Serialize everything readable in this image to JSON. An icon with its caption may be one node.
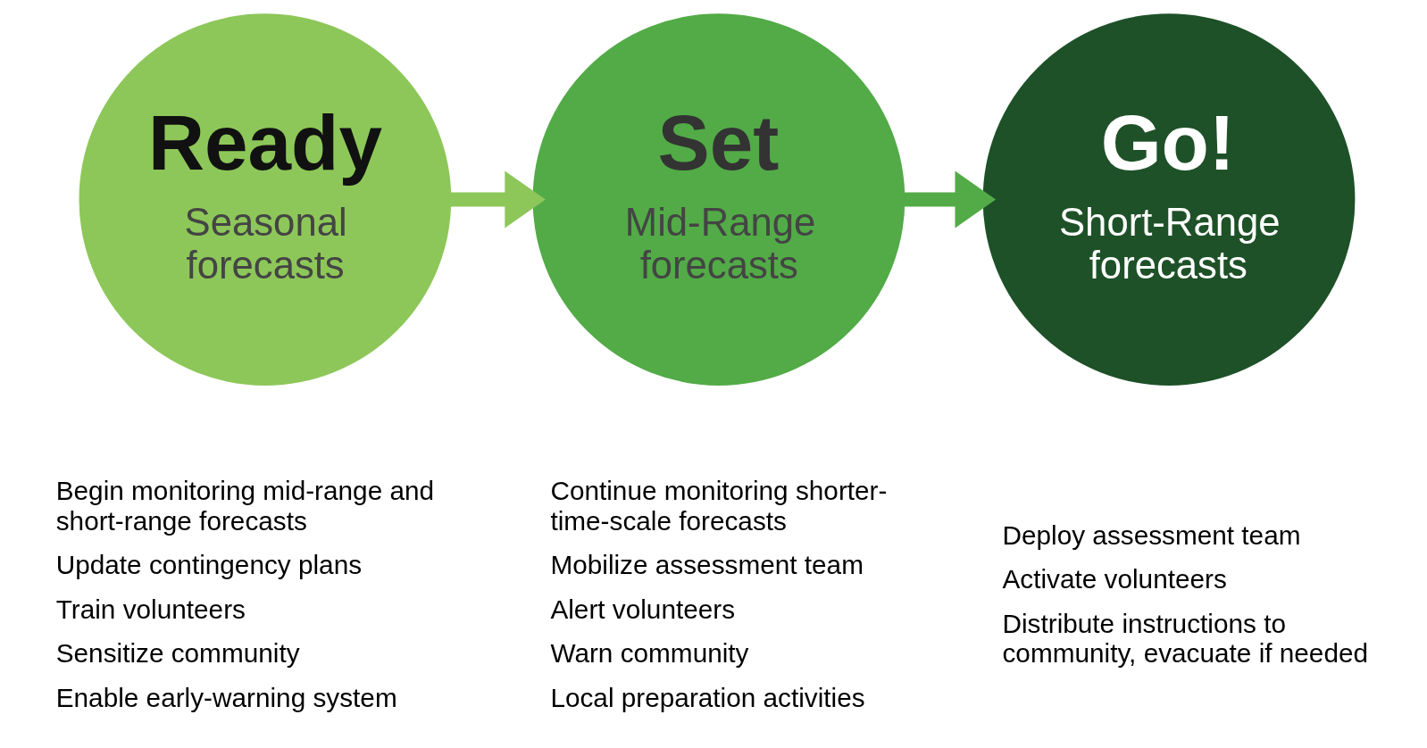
{
  "diagram": {
    "nodes": [
      {
        "text": [
          "Ready",
          "Seasonal forecasts"
        ],
        "beside": [
          "Begin monitoring mid-range and short-range forecasts",
          "Update contingency plans",
          "Train volunteers",
          "Sensitize community",
          "Enable early-warning system"
        ]
      },
      {
        "text": [
          "Set",
          "Mid-Range forecasts"
        ],
        "beside": [
          "Continue monitoring shorter-time-scale forecasts",
          "Mobilize assessment team",
          "Alert volunteers",
          "Warn community",
          "Local preparation activities"
        ]
      },
      {
        "text": [
          "Go!",
          "Short-Range forecasts"
        ],
        "beside": [
          "Deploy assessment team",
          "Activate volunteers",
          "Distribute instructions to community, evacuate if needed"
        ]
      }
    ],
    "edges": [
      {
        "from": 0,
        "to": 1,
        "arrow": "to"
      },
      {
        "from": 1,
        "to": 2,
        "arrow": "to"
      }
    ]
  }
}
